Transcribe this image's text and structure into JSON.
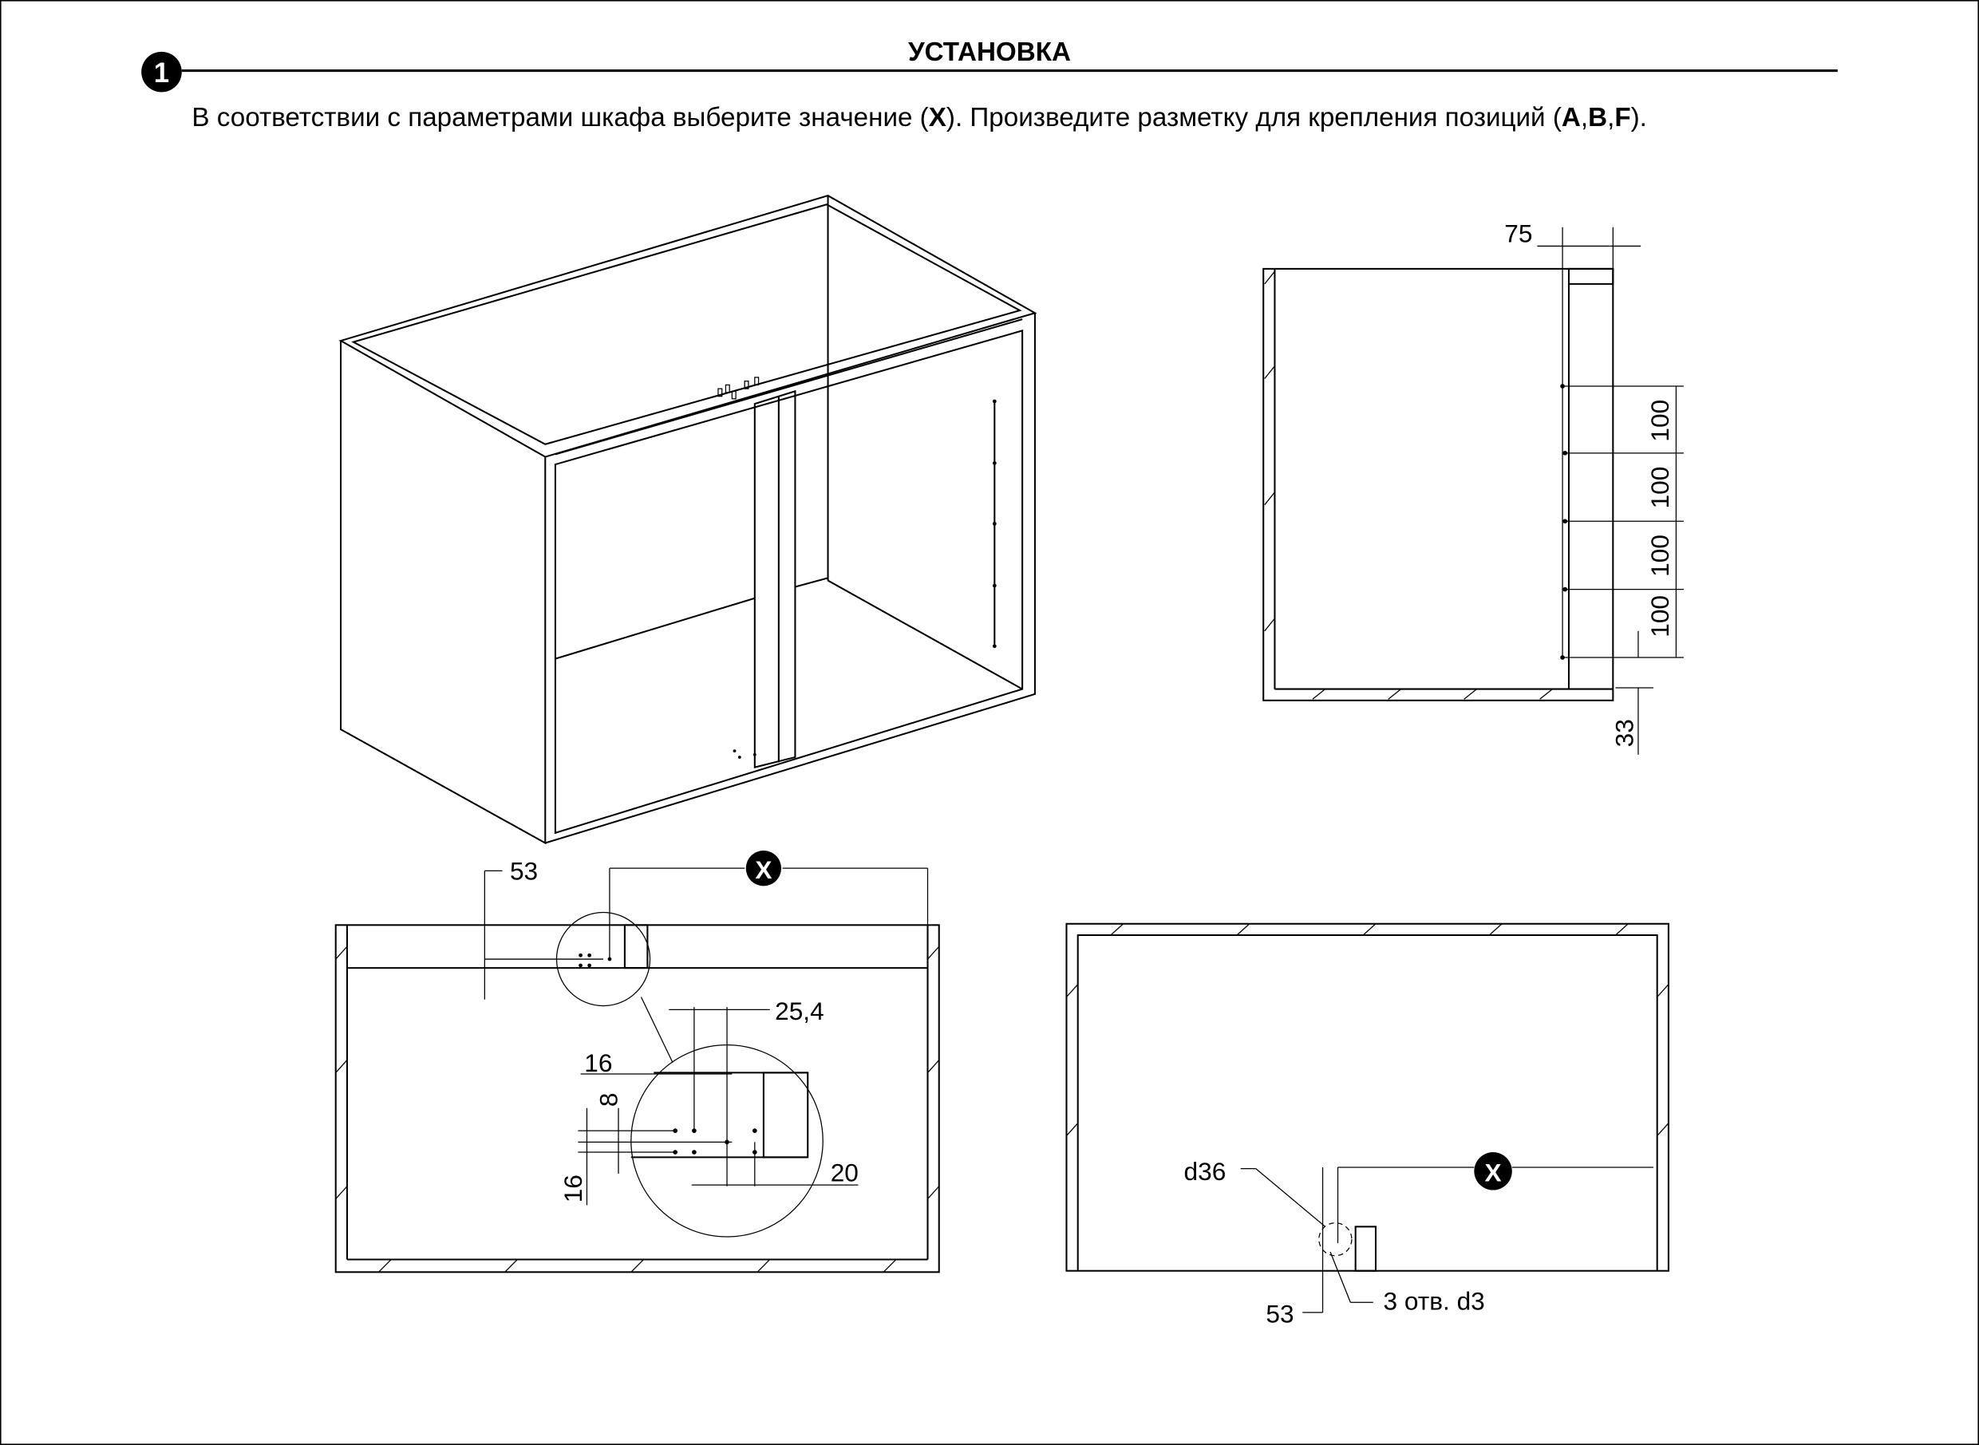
{
  "header": {
    "step_number": "1",
    "title": "УСТАНОВКА",
    "instruction_part1": "В соответствии с параметрами шкафа выберите значение (",
    "x_label": "X",
    "instruction_part2": "). Произведите разметку для крепления позиций (",
    "pos_a": "A",
    "comma1": ",",
    "pos_b": "B",
    "comma2": ",",
    "pos_f": "F",
    "instruction_end": ")."
  },
  "side_view": {
    "dim_top": "75",
    "dim_spacing": [
      "100",
      "100",
      "100",
      "100"
    ],
    "dim_bottom": "33"
  },
  "top_view": {
    "dim_53": "53",
    "x_marker": "X",
    "dim_25_4": "25,4",
    "dim_16_h": "16",
    "dim_8": "8",
    "dim_16_v": "16",
    "dim_20": "20"
  },
  "bottom_view": {
    "d36": "d36",
    "x_marker": "X",
    "dim_53": "53",
    "holes": "3 отв. d3"
  },
  "colors": {
    "ink": "#000000",
    "paper": "#ffffff"
  }
}
